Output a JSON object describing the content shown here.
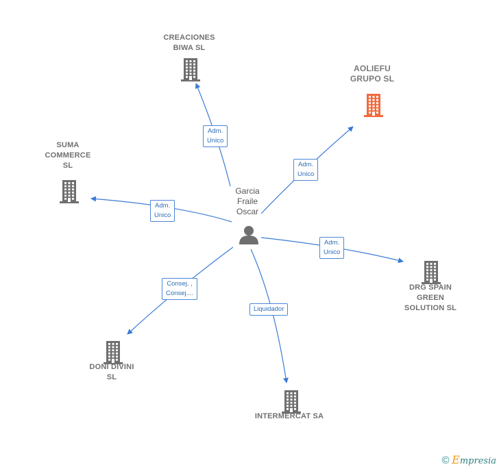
{
  "center": {
    "name": "Garcia\nFraile\nOscar",
    "icon": "person-icon"
  },
  "companies": [
    {
      "id": "creaciones",
      "name": "CREACIONES\nBIWA  SL",
      "color": "#6f6f6f"
    },
    {
      "id": "aoliefu",
      "name": "AOLIEFU\nGRUPO  SL",
      "color": "#f26a3d",
      "highlight": true
    },
    {
      "id": "suma",
      "name": "SUMA\nCOMMERCE\nSL",
      "color": "#6f6f6f"
    },
    {
      "id": "drg",
      "name": "DRG SPAIN\nGREEN\nSOLUTION  SL",
      "color": "#6f6f6f"
    },
    {
      "id": "doni",
      "name": "DONI DIVINI\nSL",
      "color": "#6f6f6f"
    },
    {
      "id": "intermercat",
      "name": "INTERMERCAT SA",
      "color": "#6f6f6f"
    }
  ],
  "relations": [
    {
      "to": "creaciones",
      "label": "Adm.\nUnico"
    },
    {
      "to": "aoliefu",
      "label": "Adm.\nUnico"
    },
    {
      "to": "suma",
      "label": "Adm.\nUnico"
    },
    {
      "to": "drg",
      "label": "Adm.\nUnico"
    },
    {
      "to": "doni",
      "label": "Consej. ,\nConsej...."
    },
    {
      "to": "intermercat",
      "label": "Liquidador"
    }
  ],
  "edge_color": "#3a7bd5",
  "footer": {
    "copyright": "©",
    "brand_e": "E",
    "brand_rest": "mpresia"
  }
}
